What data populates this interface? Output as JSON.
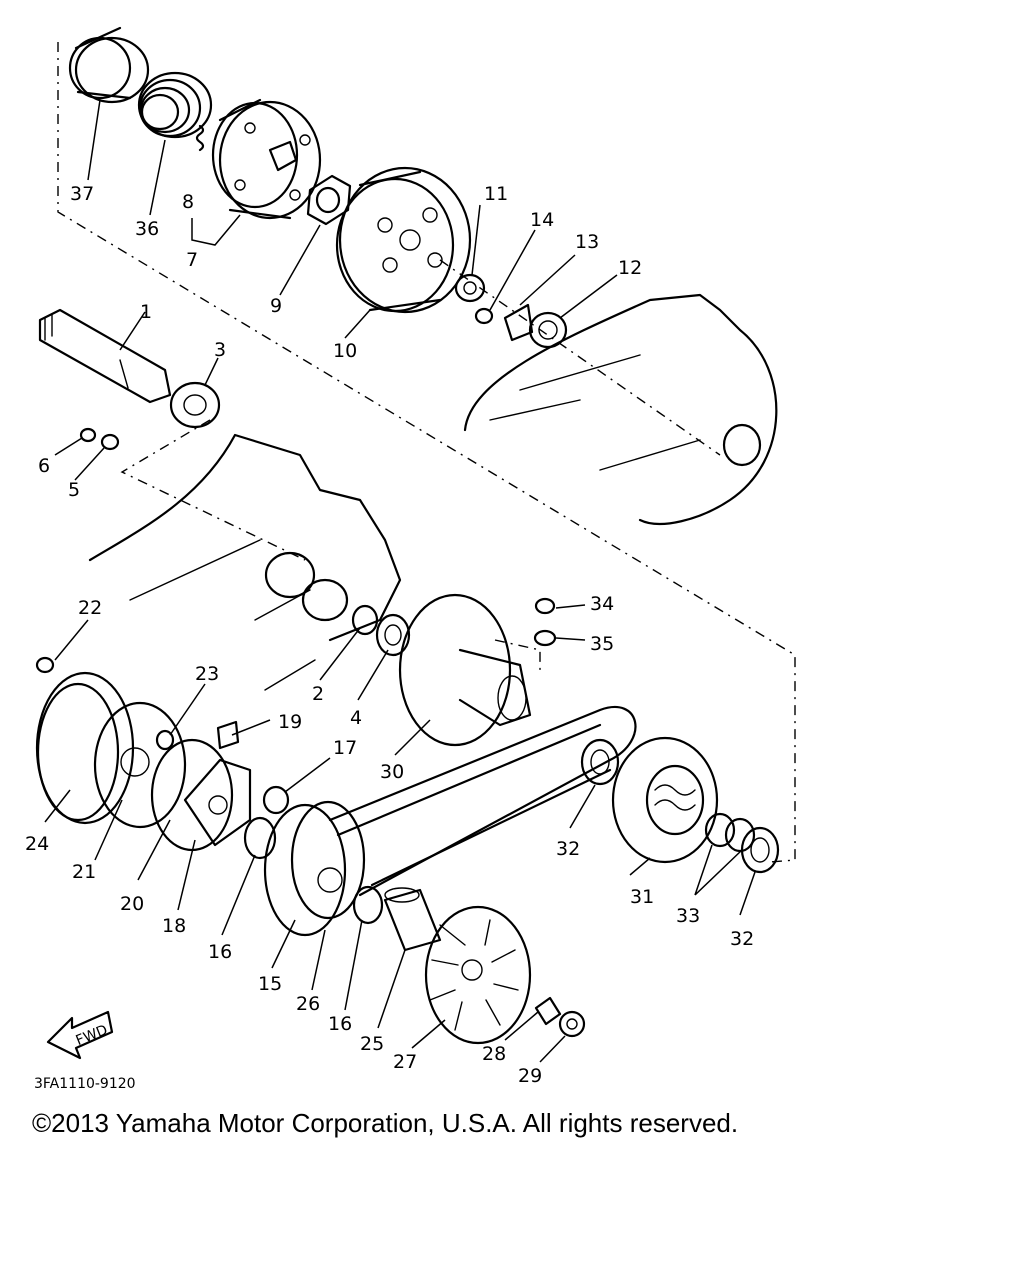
{
  "callouts": {
    "c37": "37",
    "c36": "36",
    "c8": "8",
    "c7": "7",
    "c9": "9",
    "c10": "10",
    "c11": "11",
    "c14": "14",
    "c13": "13",
    "c12": "12",
    "c1": "1",
    "c3": "3",
    "c6": "6",
    "c5": "5",
    "c22": "22",
    "c23": "23",
    "c19": "19",
    "c2": "2",
    "c4": "4",
    "c17": "17",
    "c30": "30",
    "c34": "34",
    "c35": "35",
    "c24": "24",
    "c21": "21",
    "c20": "20",
    "c18": "18",
    "c16a": "16",
    "c15": "15",
    "c26": "26",
    "c16b": "16",
    "c25": "25",
    "c27": "27",
    "c28": "28",
    "c29": "29",
    "c32a": "32",
    "c31": "31",
    "c33": "33",
    "c32b": "32"
  },
  "fwd_label": "FWD",
  "diagram_code": "3FA1110-9120",
  "copyright": "©2013 Yamaha Motor Corporation, U.S.A. All rights reserved."
}
